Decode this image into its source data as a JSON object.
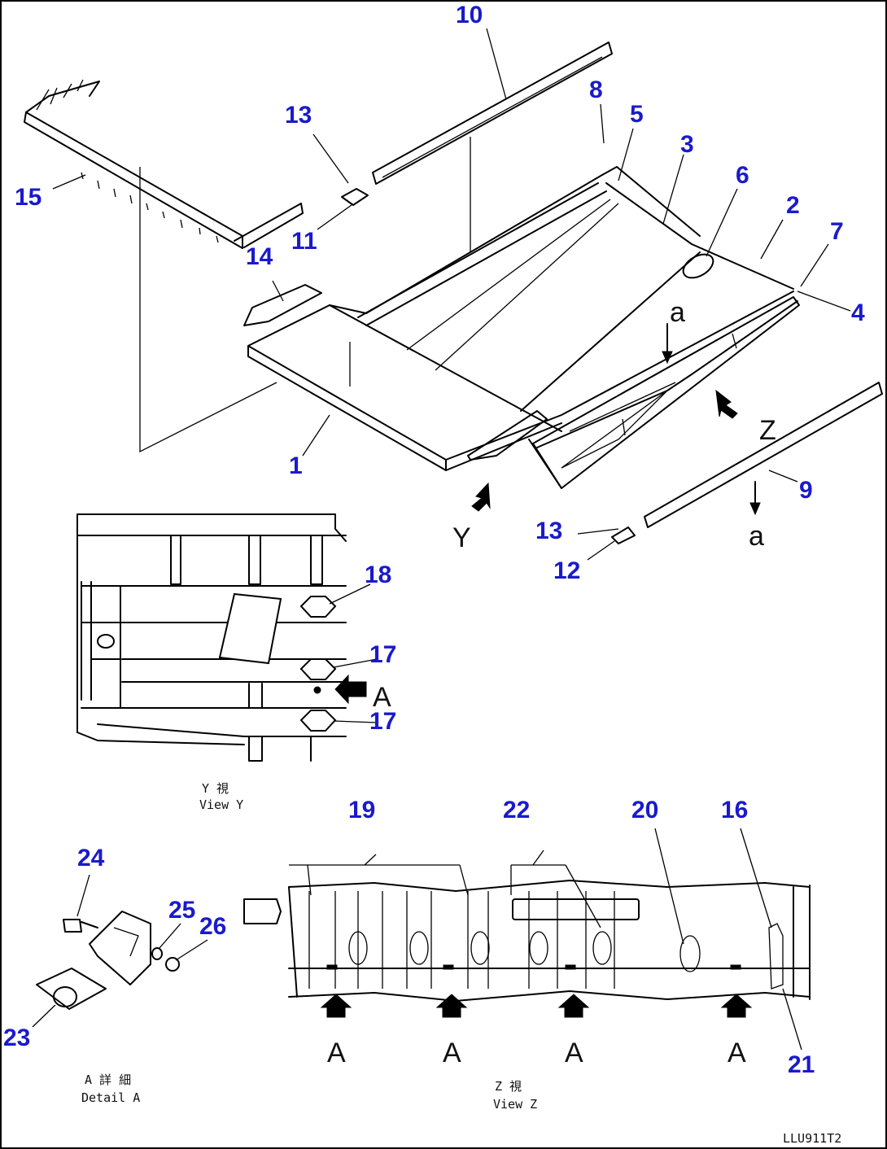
{
  "callouts": {
    "c1": "1",
    "c2": "2",
    "c3": "3",
    "c4": "4",
    "c5": "5",
    "c6": "6",
    "c7": "7",
    "c8": "8",
    "c9": "9",
    "c10": "10",
    "c11": "11",
    "c12": "12",
    "c13a": "13",
    "c13b": "13",
    "c14": "14",
    "c15": "15",
    "c16": "16",
    "c17a": "17",
    "c17b": "17",
    "c18": "18",
    "c19": "19",
    "c20": "20",
    "c21": "21",
    "c22": "22",
    "c23": "23",
    "c24": "24",
    "c25": "25",
    "c26": "26"
  },
  "view_letters": {
    "a_top": "a",
    "a_bottom": "a",
    "z": "Z",
    "y": "Y",
    "a_viewy": "A",
    "a_z1": "A",
    "a_z2": "A",
    "a_z3": "A",
    "a_z4": "A"
  },
  "captions": {
    "view_y_jp": "Y  視",
    "view_y_en": "View Y",
    "view_z_jp": "Z  視",
    "view_z_en": "View Z",
    "detail_a_jp": "A  詳 細",
    "detail_a_en": "Detail A",
    "drawing_code": "LLU911T2"
  }
}
